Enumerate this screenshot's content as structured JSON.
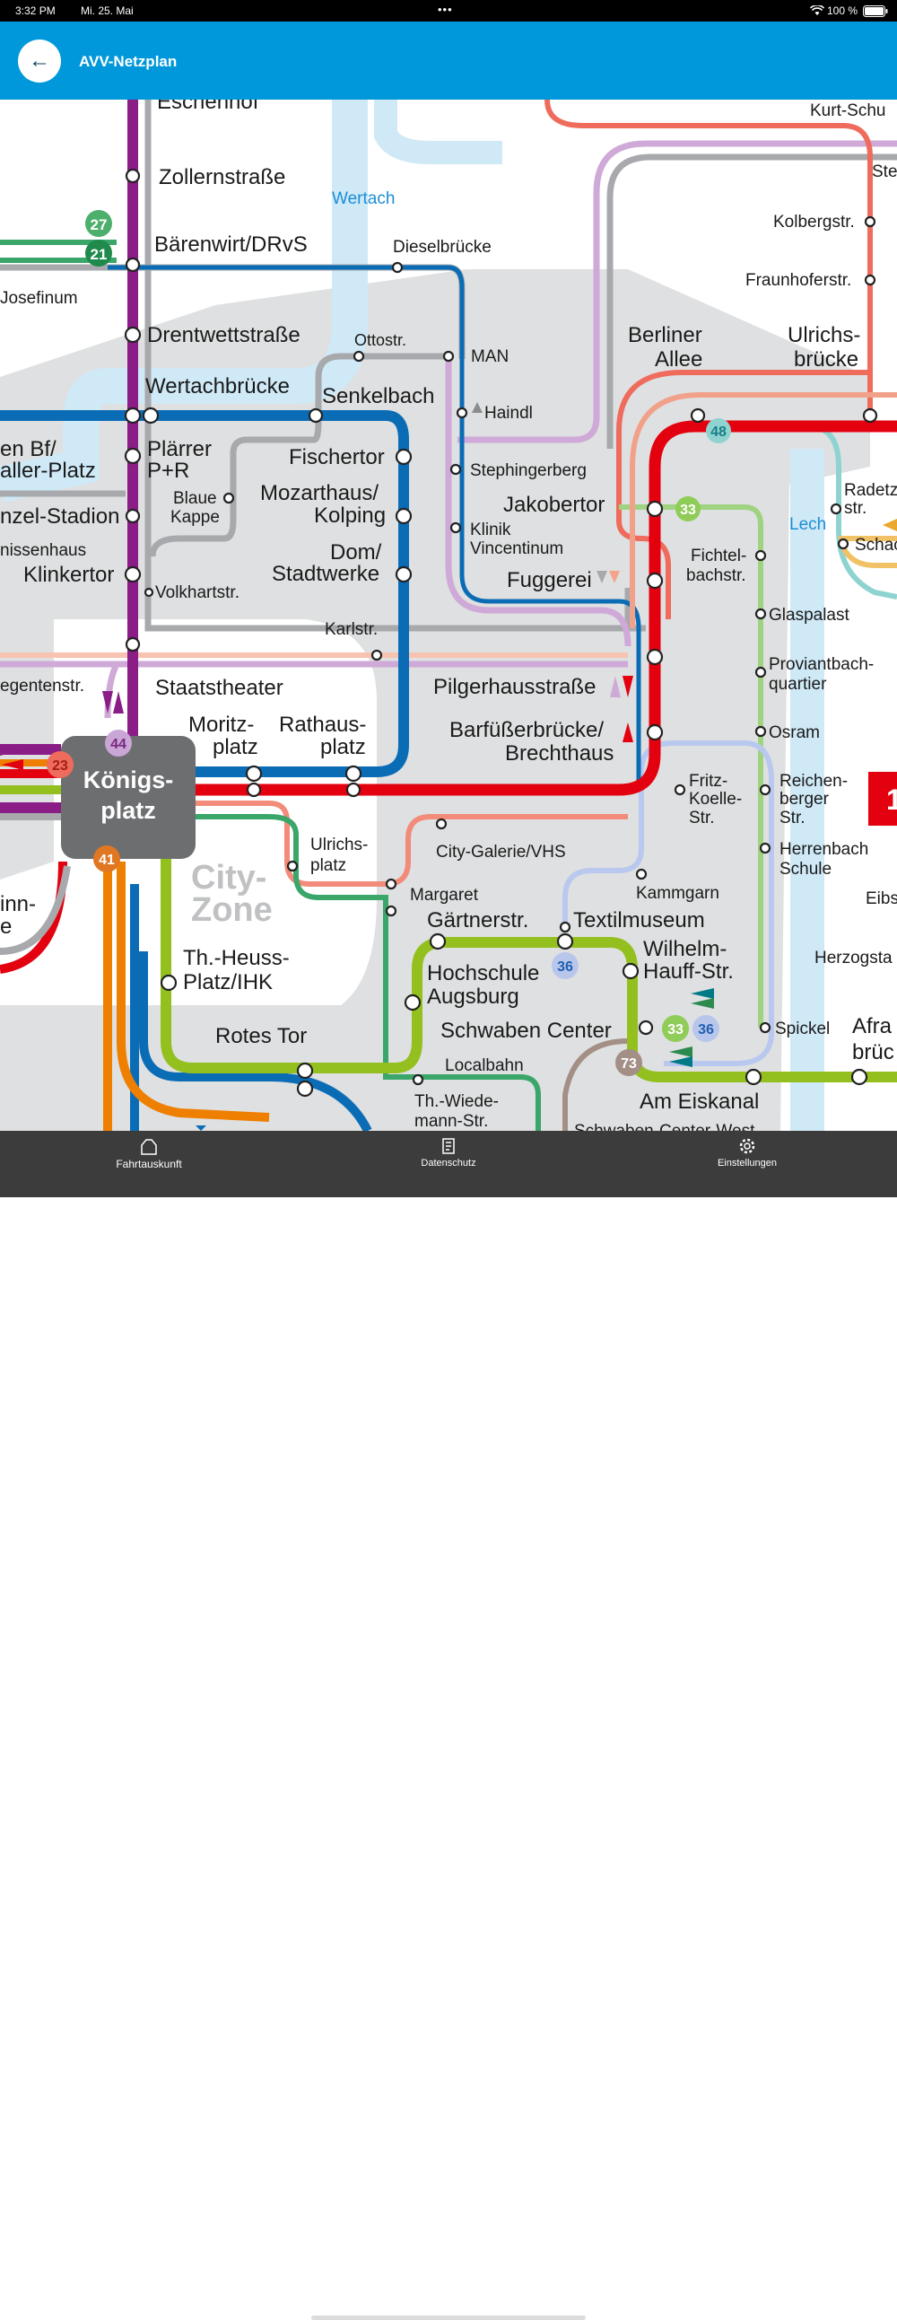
{
  "status_bar": {
    "time": "3:32 PM",
    "date": "Mi. 25. Mai",
    "dots": "•••",
    "battery": "100 %"
  },
  "app_bar": {
    "title": "AVV-Netzplan",
    "back_icon": "arrow-left-icon"
  },
  "map": {
    "water_labels": [
      "Wertach",
      "Lech"
    ],
    "zone_label": [
      "City-",
      "Zone"
    ],
    "stations": {
      "eschenhof": "Eschenhof",
      "zollernstrasse": "Zollernstraße",
      "baerenwirt": "Bärenwirt/DRvS",
      "dieselbruecke": "Dieselbrücke",
      "josefinum": "Josefinum",
      "drentwettstrasse": "Drentwettstraße",
      "ottostr": "Ottostr.",
      "man": "MAN",
      "wertachbruecke": "Wertachbrücke",
      "senkelbach": "Senkelbach",
      "haindl": "Haindl",
      "plaerrer": [
        "Plärrer",
        "P+R"
      ],
      "fischertor": "Fischertor",
      "stephingerberg": "Stephingerberg",
      "hbf": [
        "en Bf/",
        "aller-Platz"
      ],
      "blaue_kappe": [
        "Blaue",
        "Kappe"
      ],
      "mozarthaus": [
        "Mozarthaus/",
        "Kolping"
      ],
      "klinik": [
        "Klinik",
        "Vincentinum"
      ],
      "stadion": "nzel-Stadion",
      "jakobertor": "Jakobertor",
      "nissenhaus": "nissenhaus",
      "dom": [
        "Dom/",
        "Stadtwerke"
      ],
      "klinkertor": "Klinkertor",
      "volkhartstr": "Volkhartstr.",
      "fuggerei": "Fuggerei",
      "fichtelbachstr": [
        "Fichtel-",
        "bachstr."
      ],
      "glaspalast": "Glaspalast",
      "karlstr": "Karlstr.",
      "proviantbach": [
        "Proviantbach-",
        "quartier"
      ],
      "regentenstr": "egentenstr.",
      "staatstheater": "Staatstheater",
      "pilgerhausstrasse": "Pilgerhausstraße",
      "moritzplatz": [
        "Moritz-",
        "platz"
      ],
      "rathausplatz": [
        "Rathaus-",
        "platz"
      ],
      "barfuesser": [
        "Barfüßerbrücke/",
        "Brechthaus"
      ],
      "osram": "Osram",
      "koenigsplatz": [
        "Königs-",
        "platz"
      ],
      "fritz_koelle": [
        "Fritz-",
        "Koelle-",
        "Str."
      ],
      "reichenberger": [
        "Reichen-",
        "berger",
        "Str."
      ],
      "city_galerie": "City-Galerie/VHS",
      "ulrichsplatz": [
        "Ulrichs-",
        "platz"
      ],
      "herrenbach": [
        "Herrenbach",
        "Schule"
      ],
      "margaret": "Margaret",
      "kammgarn": "Kammgarn",
      "eibs": "Eibs",
      "inn": [
        "inn-",
        "e"
      ],
      "gaertnerstr": "Gärtnerstr.",
      "textilmuseum": "Textilmuseum",
      "heuss": [
        "Th.-Heuss-",
        "Platz/IHK"
      ],
      "wilhelm_hauff": [
        "Wilhelm-",
        "Hauff-Str."
      ],
      "herzogsta": "Herzogsta",
      "hochschule": [
        "Hochschule",
        "Augsburg"
      ],
      "rotes_tor": "Rotes Tor",
      "schwaben_center": "Schwaben Center",
      "spickel": "Spickel",
      "afra": [
        "Afra",
        "brüc"
      ],
      "localbahn": "Localbahn",
      "wiedemann": [
        "Th.-Wiede-",
        "mann-Str."
      ],
      "am_eiskanal": "Am Eiskanal",
      "schwaben_center_west": "Schwaben-Center-West",
      "kurt_schu": "Kurt-Schu",
      "ste": "Ste",
      "kolbergstr": "Kolbergstr.",
      "fraunhoferstr": "Fraunhoferstr.",
      "berliner_allee": [
        "Berliner",
        "Allee"
      ],
      "ulrichsbruecke": [
        "Ulrichs-",
        "brücke"
      ],
      "radetz": [
        "Radetz",
        "str."
      ],
      "schac": "Schac"
    },
    "line_badges": [
      {
        "label": "27",
        "color": "#4caf6b"
      },
      {
        "label": "21",
        "color": "#1f8a4c"
      },
      {
        "label": "48",
        "color": "#8ed3d0"
      },
      {
        "label": "33",
        "color": "#8fcc58"
      },
      {
        "label": "44",
        "color": "#c9a6d6"
      },
      {
        "label": "23",
        "color": "#ef6b5c"
      },
      {
        "label": "41",
        "color": "#e07722"
      },
      {
        "label": "36",
        "color": "#b9c6ec"
      },
      {
        "label": "33",
        "color": "#8fcc58"
      },
      {
        "label": "36",
        "color": "#b9c6ec"
      },
      {
        "label": "73",
        "color": "#a38f86"
      }
    ],
    "line_one_marker": "1",
    "colors": {
      "tram_blue": "#0b6cb6",
      "tram_red": "#e3000f",
      "tram_purple": "#8a1d86",
      "tram_green": "#93c01f",
      "tram_orange": "#ee7f00",
      "bus_grey": "#a7a9ac",
      "bus_lilac": "#cfa9d7",
      "bus_salmon": "#f28b7a",
      "bus_light_blue": "#b9c8ee",
      "water": "#cfe9f7",
      "zone": "#dfe0e1"
    }
  },
  "tab_bar": {
    "tabs": [
      {
        "label": "Fahrtauskunft",
        "icon": "home-icon"
      },
      {
        "label": "Datenschutz",
        "icon": "document-icon"
      },
      {
        "label": "Einstellungen",
        "icon": "gear-icon"
      }
    ]
  }
}
